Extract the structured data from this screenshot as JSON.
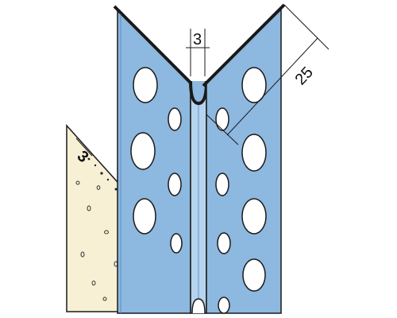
{
  "diagram": {
    "labels": {
      "gap_dimension": "3",
      "flange_dimension": "25",
      "plaster_thickness": "3"
    },
    "colors": {
      "profile_fill": "#8db8e0",
      "profile_edge": "#1a1a1a",
      "plaster_fill": "#f7f0d4",
      "background": "#ffffff",
      "line": "#1a1a1a"
    }
  }
}
